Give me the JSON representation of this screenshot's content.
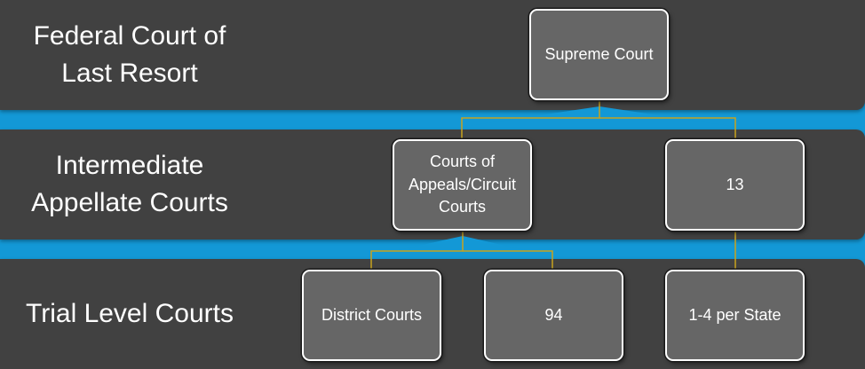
{
  "tiers": {
    "last_resort": "Federal Court of\nLast Resort",
    "intermediate": "Intermediate\nAppellate Courts",
    "trial": "Trial Level Courts"
  },
  "nodes": {
    "supreme_court": "Supreme Court",
    "courts_of_appeals": "Courts of\nAppeals/Circuit\nCourts",
    "appeals_count": "13",
    "district_courts": "District Courts",
    "district_count": "94",
    "state_courts": "1-4 per State"
  },
  "colors": {
    "band": "#414141",
    "background": "#1398d6",
    "node_fill": "#666666",
    "connector": "#c8a21e"
  }
}
